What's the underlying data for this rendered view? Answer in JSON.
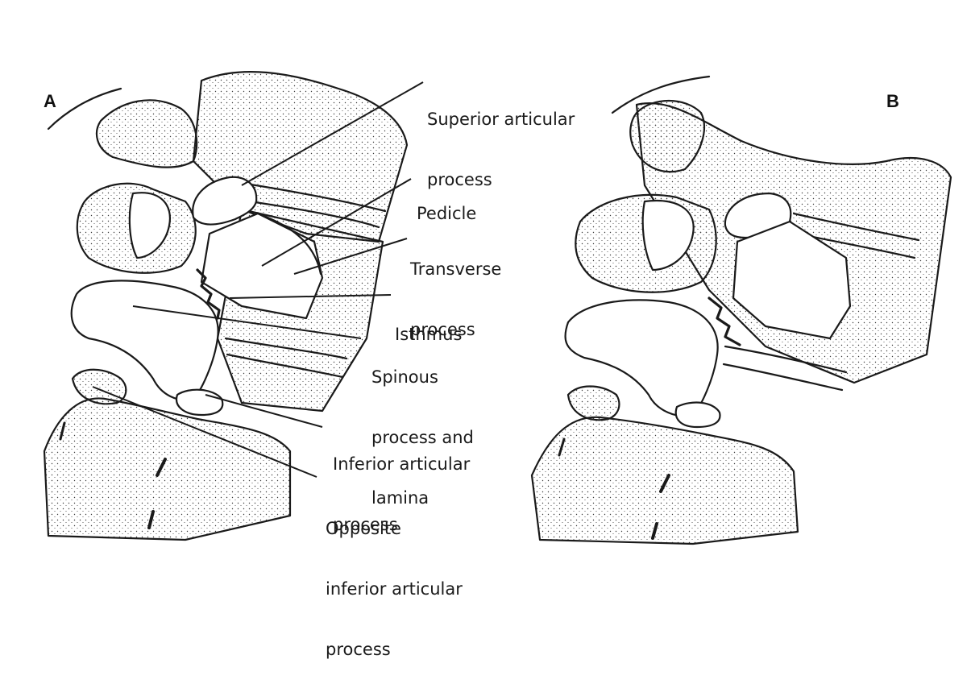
{
  "panels": {
    "a": "A",
    "b": "B"
  },
  "labels": {
    "superior_articular_process": [
      "Superior articular",
      "process"
    ],
    "pedicle": [
      "Pedicle"
    ],
    "transverse_process": [
      "Transverse",
      "process"
    ],
    "isthmus": [
      "Isthmus"
    ],
    "spinous_process_and_lamina": [
      "Spinous",
      "process and",
      "lamina"
    ],
    "inferior_articular_process": [
      "Inferior articular",
      "process"
    ],
    "opposite_inferior_articular_process": [
      "Opposite",
      "inferior articular",
      "process"
    ]
  },
  "colors": {
    "ink": "#1a1a1a",
    "paper": "#ffffff",
    "stipple": "#3a3a3a"
  }
}
